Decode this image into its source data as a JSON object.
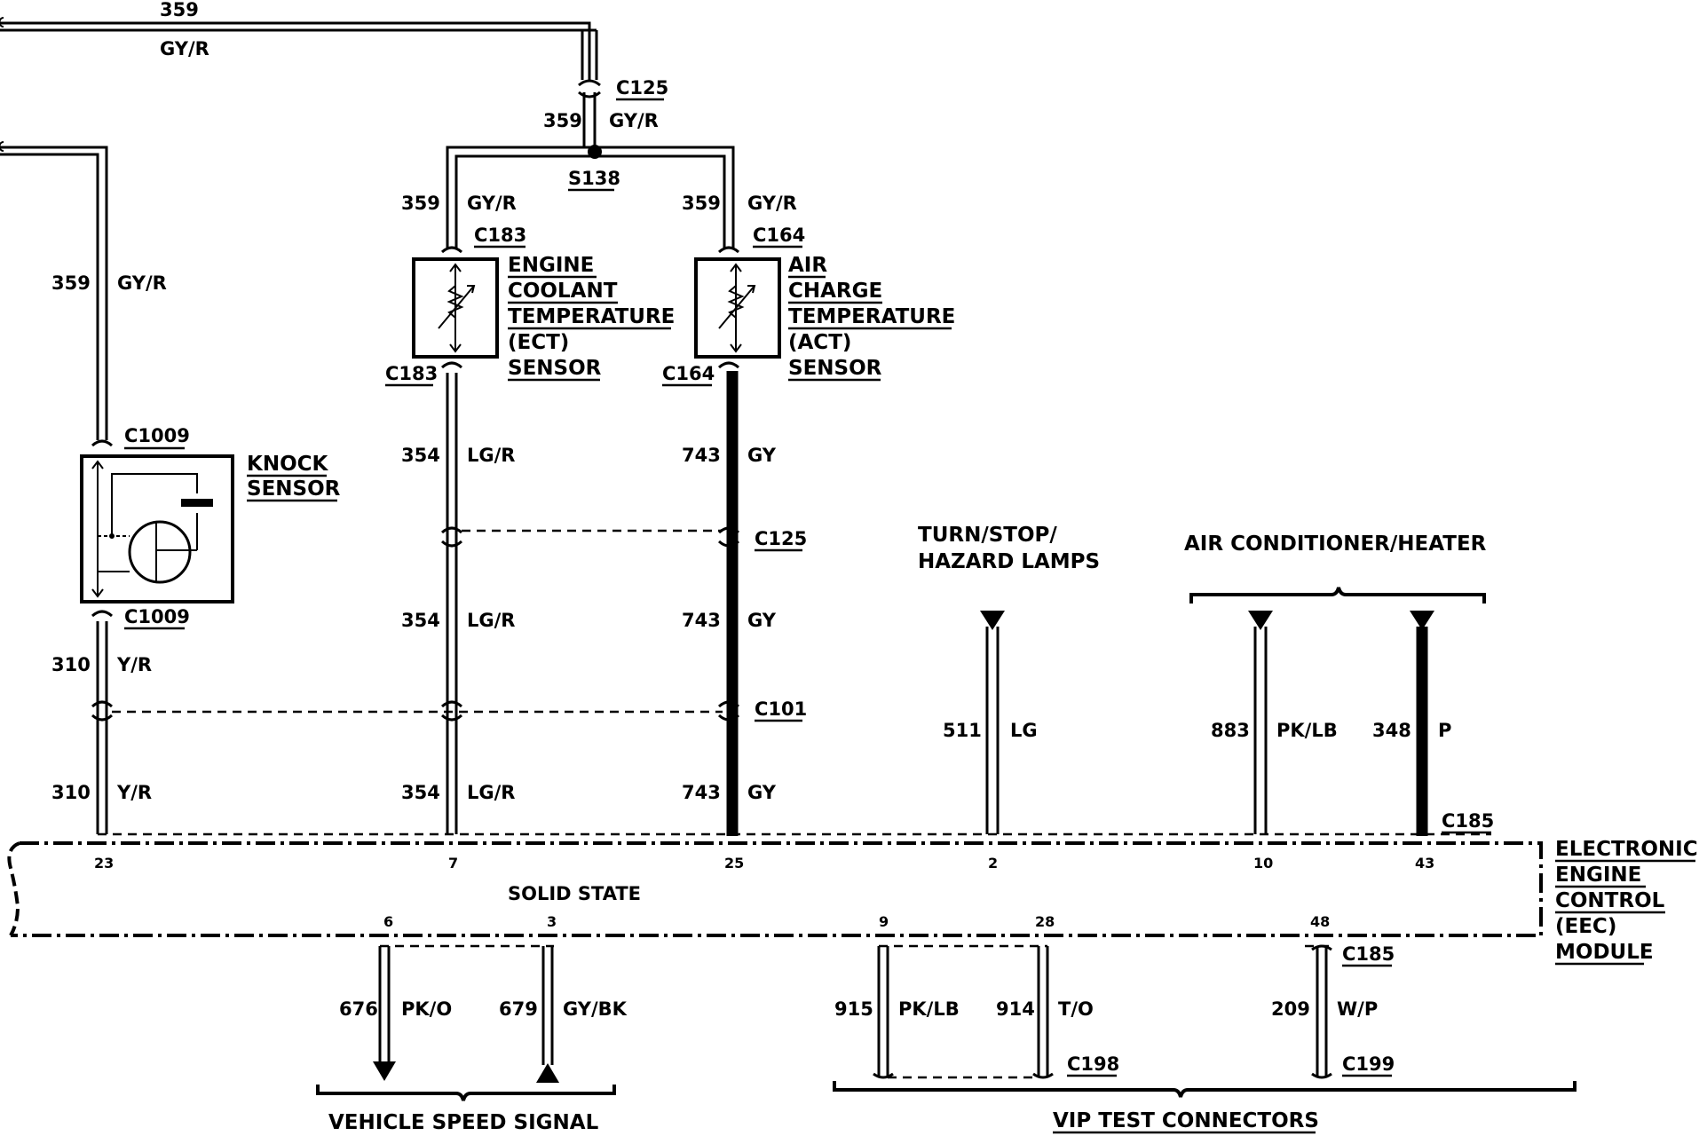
{
  "top_wire": {
    "circuit": "359",
    "color": "GY/R"
  },
  "c125_top": {
    "connector": "C125",
    "circuit": "359",
    "color": "GY/R"
  },
  "splice": {
    "label": "S138"
  },
  "knock_wire_upper": {
    "circuit": "359",
    "color": "GY/R"
  },
  "ect_wire_upper": {
    "circuit": "359",
    "color": "GY/R"
  },
  "act_wire_upper": {
    "circuit": "359",
    "color": "GY/R"
  },
  "connectors": {
    "c183_top": "C183",
    "c183_bottom": "C183",
    "c164_top": "C164",
    "c164_bottom": "C164",
    "c1009_top": "C1009",
    "c1009_bottom": "C1009",
    "c125_mid": "C125",
    "c101": "C101",
    "c185_top": "C185",
    "c185_bottom": "C185",
    "c198": "C198",
    "c199": "C199"
  },
  "components": {
    "ect": [
      "ENGINE",
      "COOLANT",
      "TEMPERATURE",
      "(ECT)",
      "SENSOR"
    ],
    "act": [
      "AIR",
      "CHARGE",
      "TEMPERATURE",
      "(ACT)",
      "SENSOR"
    ],
    "knock": [
      "KNOCK",
      "SENSOR"
    ],
    "eec": [
      "ELECTRONIC",
      "ENGINE",
      "CONTROL",
      "(EEC)",
      "MODULE"
    ],
    "turn_stop": [
      "TURN/STOP/",
      "HAZARD LAMPS"
    ],
    "ac_heater": "AIR CONDITIONER/HEATER",
    "solid_state": "SOLID STATE",
    "vehicle_speed": "VEHICLE SPEED SIGNAL",
    "vip_test": "VIP TEST CONNECTORS"
  },
  "wires": {
    "ect_1": {
      "circuit": "354",
      "color": "LG/R"
    },
    "ect_2": {
      "circuit": "354",
      "color": "LG/R"
    },
    "ect_3": {
      "circuit": "354",
      "color": "LG/R"
    },
    "act_1": {
      "circuit": "743",
      "color": "GY"
    },
    "act_2": {
      "circuit": "743",
      "color": "GY"
    },
    "act_3": {
      "circuit": "743",
      "color": "GY"
    },
    "knock_1": {
      "circuit": "310",
      "color": "Y/R"
    },
    "knock_2": {
      "circuit": "310",
      "color": "Y/R"
    },
    "turn": {
      "circuit": "511",
      "color": "LG"
    },
    "ac_1": {
      "circuit": "883",
      "color": "PK/LB"
    },
    "ac_2": {
      "circuit": "348",
      "color": "P"
    },
    "vss_1": {
      "circuit": "676",
      "color": "PK/O"
    },
    "vss_2": {
      "circuit": "679",
      "color": "GY/BK"
    },
    "vip_1": {
      "circuit": "915",
      "color": "PK/LB"
    },
    "vip_2": {
      "circuit": "914",
      "color": "T/O"
    },
    "vip_3": {
      "circuit": "209",
      "color": "W/P"
    }
  },
  "pins": {
    "top": [
      "23",
      "7",
      "25",
      "2",
      "10",
      "43"
    ],
    "bottom": [
      "6",
      "3",
      "9",
      "28",
      "48"
    ]
  }
}
